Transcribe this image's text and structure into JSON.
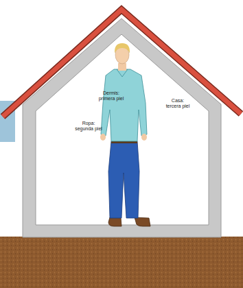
{
  "diagram": {
    "labels": [
      "Dermis: primera piel",
      "Casa: tercera piel",
      "Ropa: segunda piel"
    ]
  }
}
